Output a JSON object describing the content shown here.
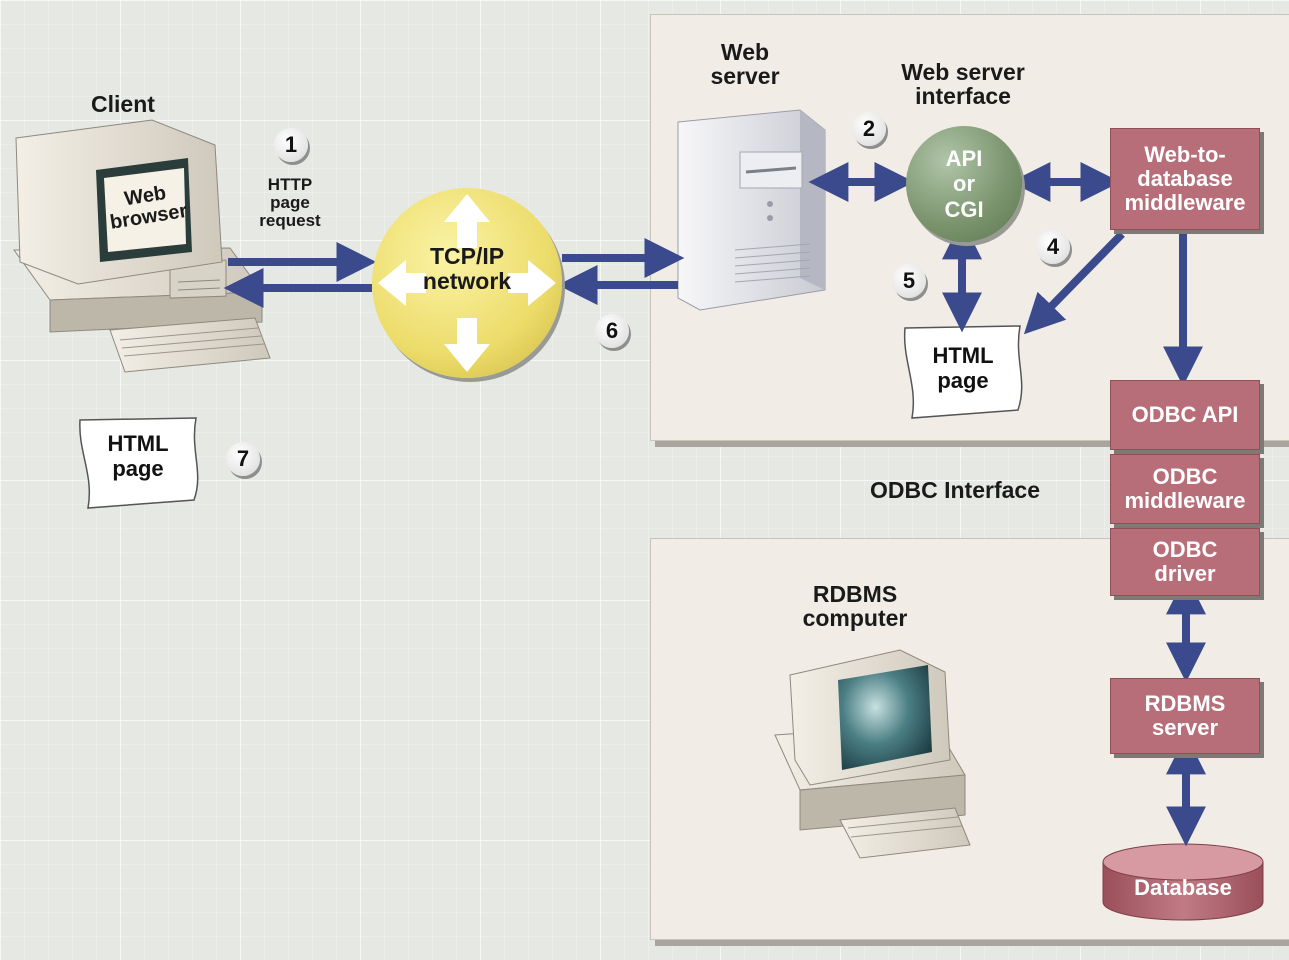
{
  "labels": {
    "client": "Client",
    "web_browser": "Web browser",
    "http_request": "HTTP page request",
    "tcpip": "TCP/IP network",
    "web_server": "Web server",
    "web_server_interface": "Web server interface",
    "api_cgi": "API or CGI",
    "web_to_db": "Web-to- database middleware",
    "html_page_server": "HTML page",
    "html_page_client": "HTML page",
    "odbc_api": "ODBC API",
    "odbc_middleware": "ODBC middleware",
    "odbc_driver": "ODBC driver",
    "odbc_interface": "ODBC Interface",
    "rdbms_computer": "RDBMS computer",
    "rdbms_server": "RDBMS server",
    "database": "Database"
  },
  "steps": [
    "1",
    "2",
    "4",
    "5",
    "6",
    "7"
  ],
  "colors": {
    "arrow": "#3b4a8c",
    "middleware": "#b86e78",
    "api_circle": "#7d9670",
    "network_circle": "#ecdc6a",
    "panel": "#f1ede6"
  }
}
